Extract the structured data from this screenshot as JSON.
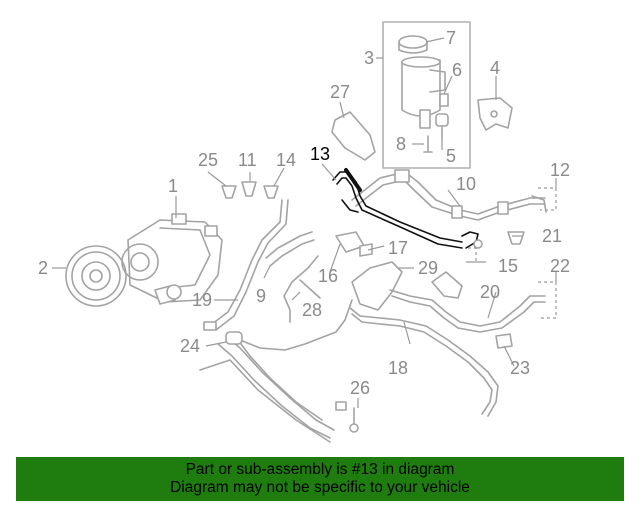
{
  "diagram": {
    "highlighted_part": "13",
    "part_numbers": [
      "1",
      "2",
      "3",
      "4",
      "5",
      "6",
      "7",
      "8",
      "9",
      "10",
      "11",
      "12",
      "13",
      "14",
      "15",
      "16",
      "17",
      "18",
      "19",
      "20",
      "21",
      "22",
      "23",
      "24",
      "25",
      "26",
      "27",
      "28",
      "29"
    ]
  },
  "banner": {
    "line1": "Part or sub-assembly is #13 in diagram",
    "line2": "Diagram may not be specific to your vehicle",
    "color": "#1e7d0e"
  }
}
